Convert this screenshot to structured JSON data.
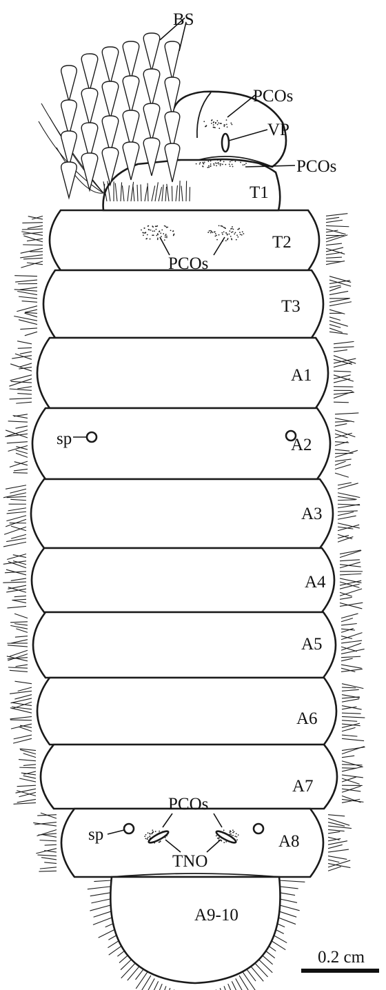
{
  "labels": {
    "bs": "BS",
    "pcos_head_upper": "PCOs",
    "vp": "VP",
    "pcos_head_lower": "PCOs",
    "t1": "T1",
    "t2": "T2",
    "pcos_t2": "PCOs",
    "t3": "T3",
    "a1": "A1",
    "sp_a2": "sp",
    "a2": "A2",
    "a3": "A3",
    "a4": "A4",
    "a5": "A5",
    "a6": "A6",
    "a7": "A7",
    "pcos_a8": "PCOs",
    "sp_a8": "sp",
    "a8": "A8",
    "tno": "TNO",
    "a9_10": "A9-10"
  },
  "scale_bar": {
    "label": "0.2 cm"
  },
  "colors": {
    "ink": "#1a1a1a",
    "background": "#ffffff"
  }
}
